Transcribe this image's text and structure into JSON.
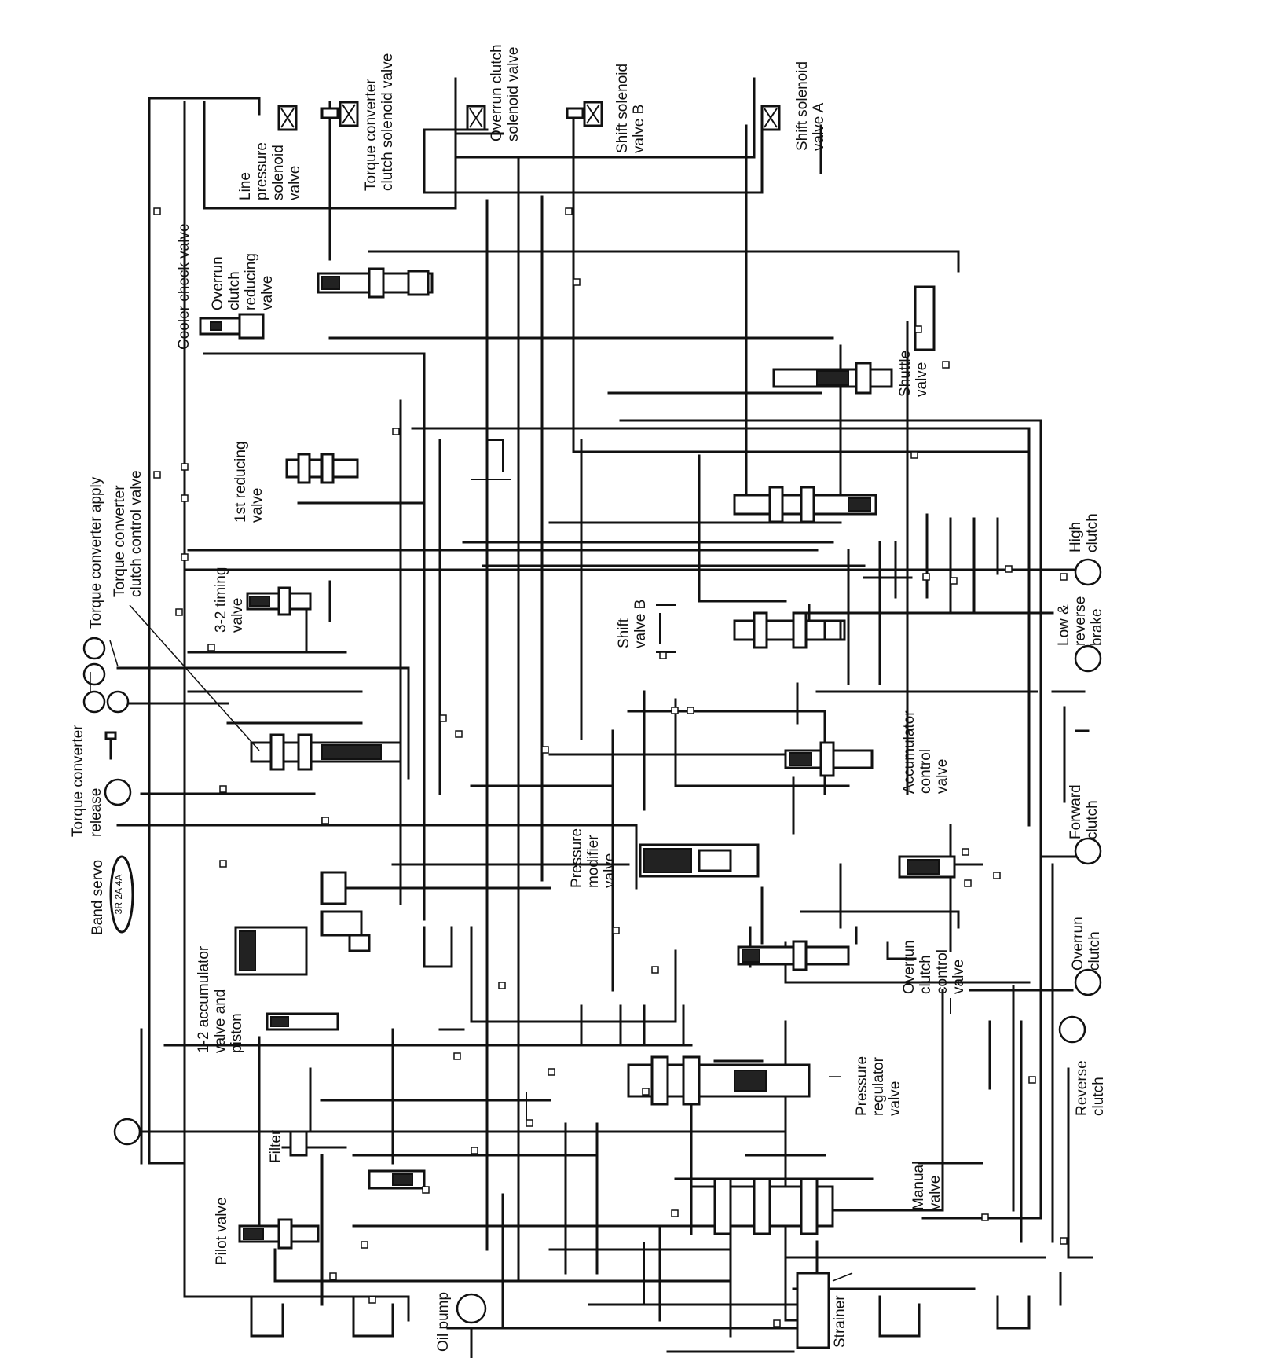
{
  "labels": {
    "line_pressure_solenoid": [
      "Line",
      "pressure",
      "solenoid",
      "valve"
    ],
    "tcc_solenoid": [
      "Torque converter",
      "clutch solenoid valve"
    ],
    "overrun_solenoid": [
      "Overrun clutch",
      "solenoid valve"
    ],
    "shift_solenoid_b": [
      "Shift solenoid",
      "valve B"
    ],
    "shift_solenoid_a": [
      "Shift solenoid",
      "valve A"
    ],
    "cooler_check": [
      "Cooler check valve"
    ],
    "overrun_reducing": [
      "Overrun",
      "clutch",
      "reducing",
      "valve"
    ],
    "shuttle": [
      "Shuttle",
      "valve"
    ],
    "first_reducing": [
      "1st reducing",
      "valve"
    ],
    "tc_apply": [
      "Torque converter apply"
    ],
    "tcc_control": [
      "Torque converter",
      "clutch control valve"
    ],
    "high_clutch": [
      "High",
      "clutch"
    ],
    "timing_32": [
      "3-2 timing",
      "valve"
    ],
    "shift_valve_b": [
      "Shift",
      "valve B"
    ],
    "low_reverse": [
      "Low &",
      "reverse",
      "brake"
    ],
    "torque_converter": [
      "Torque converter"
    ],
    "accumulator_control": [
      "Accumulator",
      "control",
      "valve"
    ],
    "tc_release": [
      "release"
    ],
    "forward_clutch": [
      "Forward",
      "clutch"
    ],
    "pressure_modifier": [
      "Pressure",
      "modifier",
      "valve"
    ],
    "band_servo": [
      "Band servo"
    ],
    "overrun_clutch": [
      "Overrun",
      "clutch"
    ],
    "accumulator_12": [
      "1-2 accumulator",
      "valve and",
      "piston"
    ],
    "overrun_control": [
      "Overrun",
      "clutch",
      "control",
      "valve"
    ],
    "reverse_clutch": [
      "Reverse",
      "clutch"
    ],
    "pressure_regulator": [
      "Pressure",
      "regulator",
      "valve"
    ],
    "filter": [
      "Filter"
    ],
    "pilot_valve": [
      "Pilot valve"
    ],
    "manual_valve": [
      "Manual",
      "valve"
    ],
    "oil_pump": [
      "Oil pump"
    ],
    "strainer": [
      "Strainer"
    ]
  },
  "band_servo_ports": "3R 2A 4A"
}
